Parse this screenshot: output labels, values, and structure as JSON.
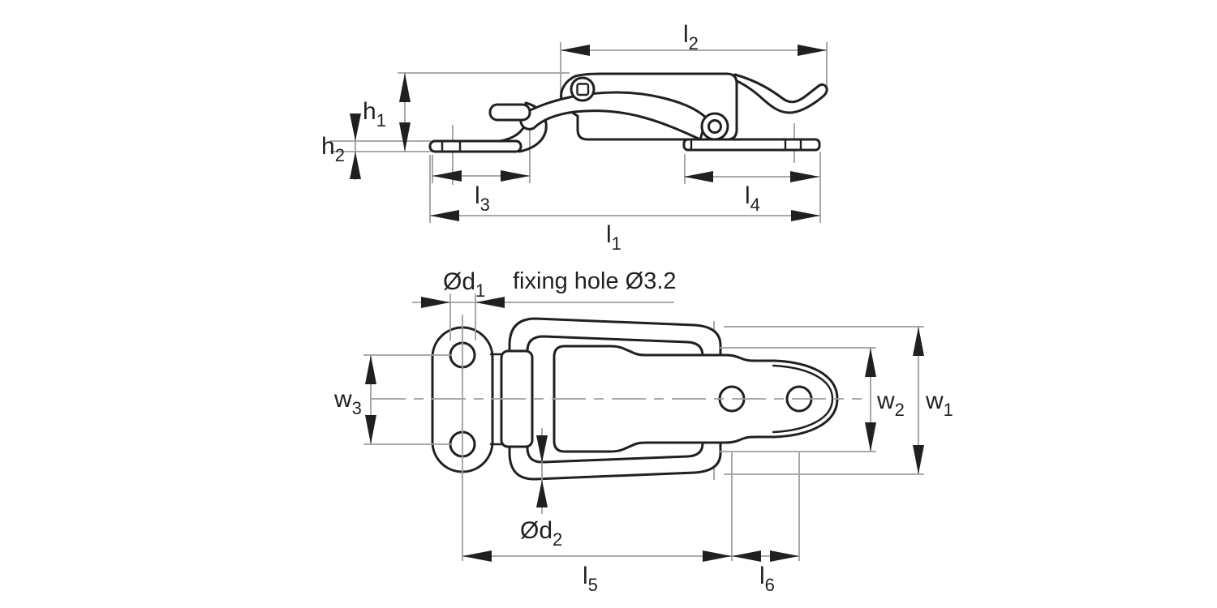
{
  "drawing": {
    "description": "Two-view technical line drawing of a spring claw toggle latch with catch plate",
    "views": {
      "top": "side elevation",
      "bottom": "plan view"
    }
  },
  "annotations": {
    "fixing_hole": "fixing hole Ø3.2"
  },
  "dimension_labels": {
    "l1": {
      "main": "l",
      "sub": "1"
    },
    "l2": {
      "main": "l",
      "sub": "2"
    },
    "l3": {
      "main": "l",
      "sub": "3"
    },
    "l4": {
      "main": "l",
      "sub": "4"
    },
    "l5": {
      "main": "l",
      "sub": "5"
    },
    "l6": {
      "main": "l",
      "sub": "6"
    },
    "h1": {
      "main": "h",
      "sub": "1"
    },
    "h2": {
      "main": "h",
      "sub": "2"
    },
    "w1": {
      "main": "w",
      "sub": "1"
    },
    "w2": {
      "main": "w",
      "sub": "2"
    },
    "w3": {
      "main": "w",
      "sub": "3"
    },
    "d1": {
      "main": "Ød",
      "sub": "1"
    },
    "d2": {
      "main": "Ød",
      "sub": "2"
    }
  },
  "colors": {
    "outline": "#231f20",
    "dimension_lines": "#9c9ea1",
    "background": "#ffffff"
  }
}
